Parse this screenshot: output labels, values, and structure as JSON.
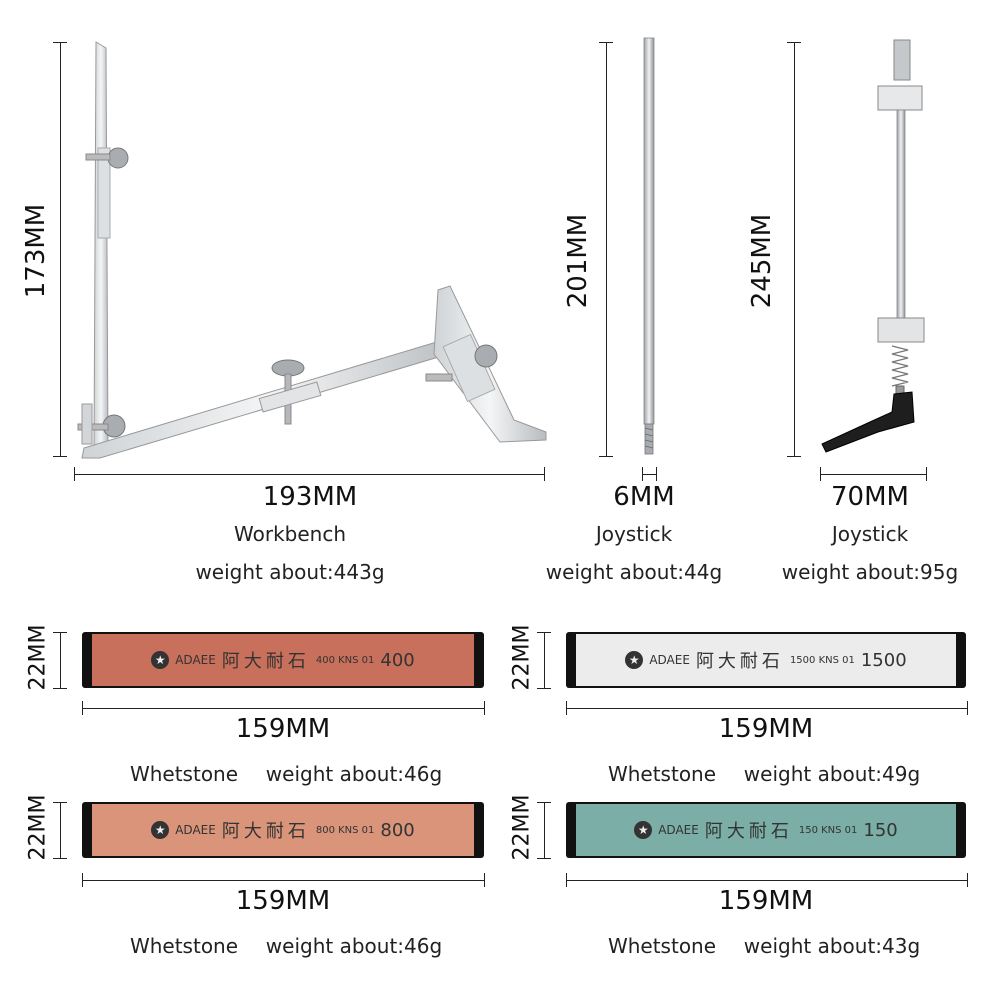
{
  "workbench": {
    "height_dim": "173MM",
    "width_dim": "193MM",
    "name": "Workbench",
    "weight": "weight about:443g"
  },
  "joystick_rod": {
    "height_dim": "201MM",
    "width_dim": "6MM",
    "name": "Joystick",
    "weight": "weight about:44g"
  },
  "joystick_clamp": {
    "height_dim": "245MM",
    "width_dim": "70MM",
    "name": "Joystick",
    "weight": "weight about:95g"
  },
  "stones": [
    {
      "height_dim": "22MM",
      "length_dim": "159MM",
      "name": "Whetstone",
      "weight": "weight about:46g",
      "brand": "ADAEE",
      "cn": "阿大耐石",
      "code": "400  KNS 01",
      "grit": "400",
      "color": "#c8705c"
    },
    {
      "height_dim": "22MM",
      "length_dim": "159MM",
      "name": "Whetstone",
      "weight": "weight about:49g",
      "brand": "ADAEE",
      "cn": "阿大耐石",
      "code": "1500 KNS 01",
      "grit": "1500",
      "color": "#ececec"
    },
    {
      "height_dim": "22MM",
      "length_dim": "159MM",
      "name": "Whetstone",
      "weight": "weight about:46g",
      "brand": "ADAEE",
      "cn": "阿大耐石",
      "code": "800  KNS 01",
      "grit": "800",
      "color": "#d9947a"
    },
    {
      "height_dim": "22MM",
      "length_dim": "159MM",
      "name": "Whetstone",
      "weight": "weight about:43g",
      "brand": "ADAEE",
      "cn": "阿大耐石",
      "code": "150  KNS 01",
      "grit": "150",
      "color": "#7aaea6"
    }
  ]
}
